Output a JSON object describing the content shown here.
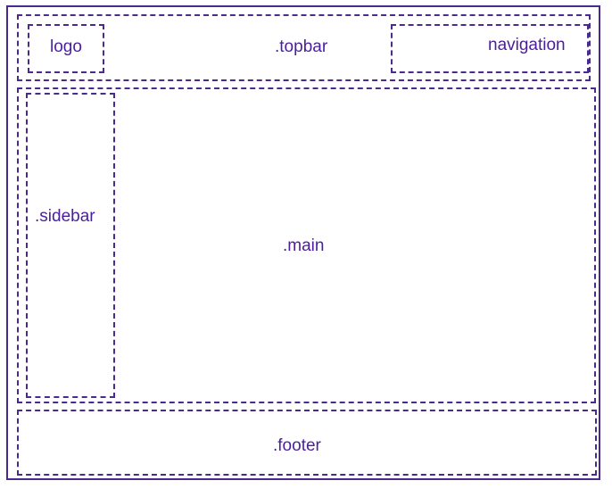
{
  "diagram": {
    "topbar": {
      "label": ".topbar",
      "logo_label": "logo",
      "navigation_label": "navigation"
    },
    "main": {
      "label": ".main",
      "sidebar_label": ".sidebar"
    },
    "footer": {
      "label": ".footer"
    },
    "colors": {
      "border": "#4b2a8e",
      "text": "#4b1f9c"
    }
  }
}
